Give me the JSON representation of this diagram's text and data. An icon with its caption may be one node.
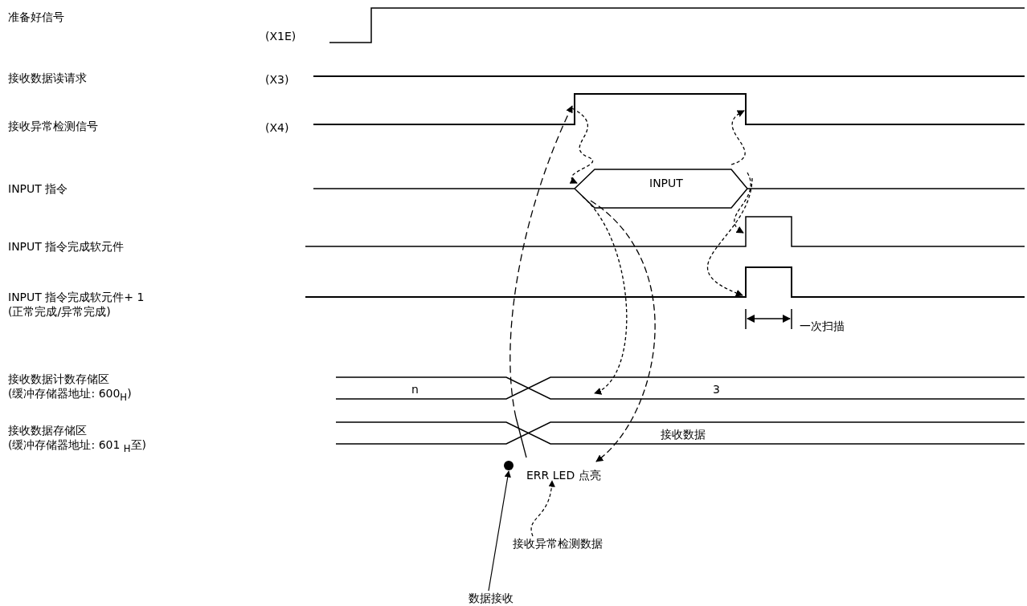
{
  "diagram": {
    "nodes": [
      {
        "text": [],
        "shape": "circle"
      },
      {
        "text": [
          "ERR LED 点亮"
        ]
      },
      {
        "text": [
          "接收异常检测数据"
        ]
      },
      {
        "text": [
          "数据接收"
        ]
      }
    ],
    "edges": [
      {
        "from": 3,
        "to": 0,
        "arrow": "to"
      },
      {
        "from": 2,
        "to": 1,
        "arrow": "to",
        "style": "dashed"
      }
    ],
    "labels": [
      "准备好信号",
      "(X1E)",
      "接收数据读请求",
      "(X3)",
      "接收异常检测信号",
      "(X4)",
      "INPUT 指令",
      "INPUT",
      "INPUT 指令完成软元件",
      "INPUT 指令完成软元件+ 1 (正常完成/异常完成)",
      "一次扫描",
      "接收数据计数存储区 (缓冲存储器地址: 600$_{H}$)",
      "n",
      "3",
      "接收数据存储区 (缓冲存储器地址: 601 $_{H}$至)",
      "接收数据"
    ]
  }
}
